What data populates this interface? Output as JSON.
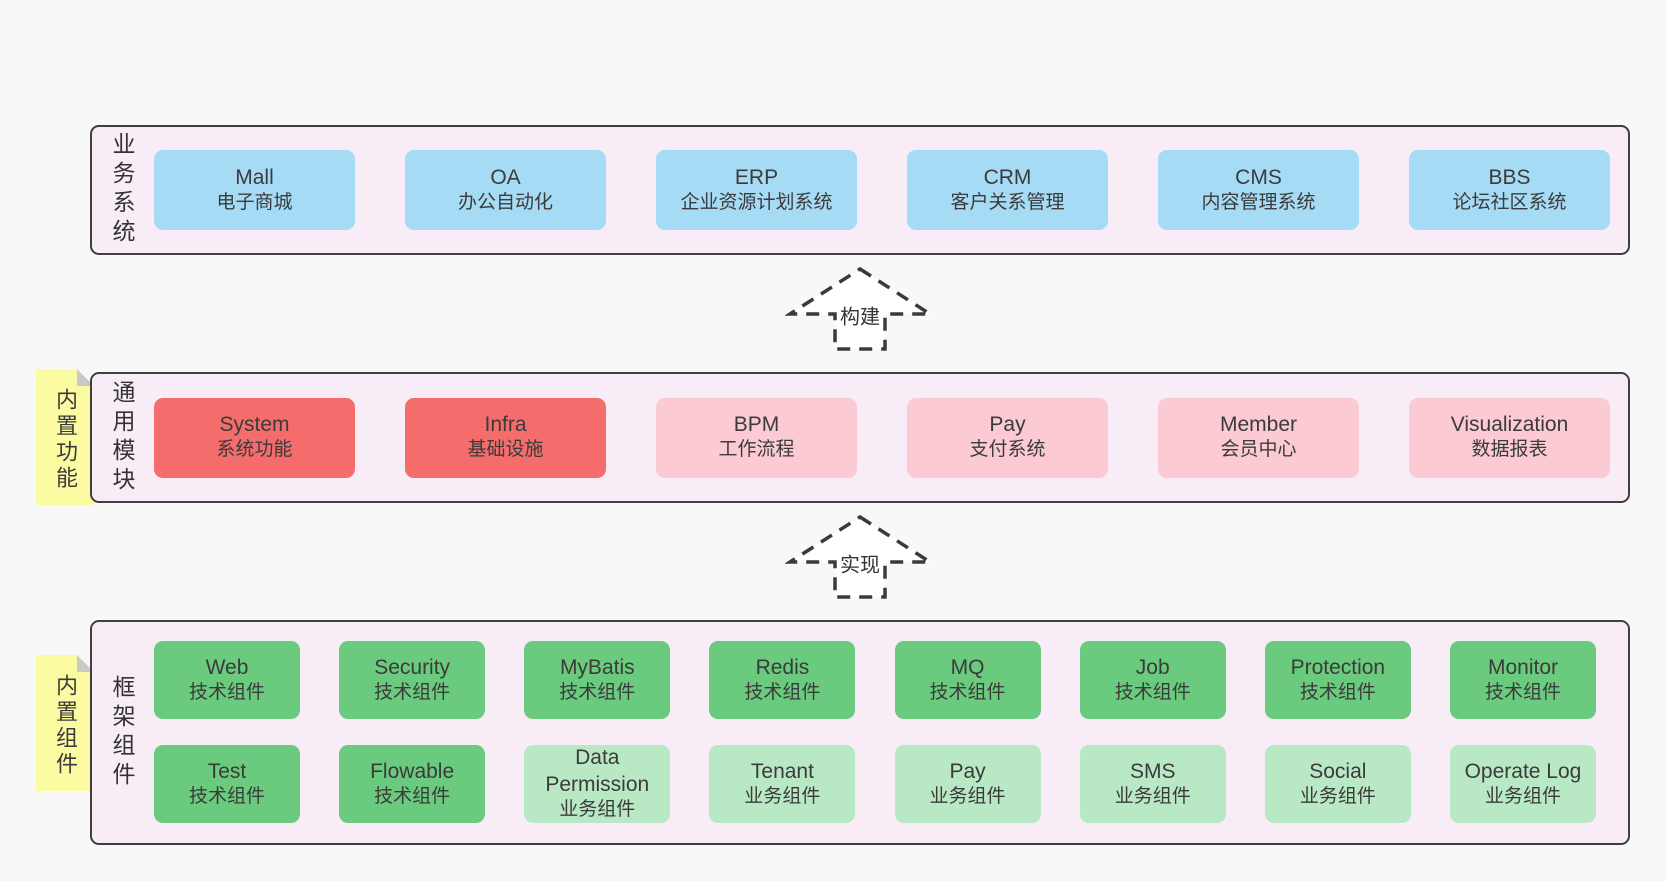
{
  "colors": {
    "page_background": "#f8f8f8",
    "band_background": "#f8edf6",
    "band_border": "#3f3f3f",
    "blue": "#a6dbf5",
    "red": "#f56c6c",
    "pink": "#fbcad3",
    "green_dark": "#6aca7d",
    "green_light": "#b9e8c4",
    "sticky_yellow": "#fbfba2",
    "sticky_fold": "#c9c9c9",
    "text": "#3b3b3b"
  },
  "diagram": {
    "bands": [
      {
        "id": "business-systems",
        "label": "业务系统",
        "sticky": null,
        "box_size": "lg",
        "rows": [
          [
            {
              "name": "Mall",
              "desc": "电子商城",
              "type": "blue"
            },
            {
              "name": "OA",
              "desc": "办公自动化",
              "type": "blue"
            },
            {
              "name": "ERP",
              "desc": "企业资源计划系统",
              "type": "blue"
            },
            {
              "name": "CRM",
              "desc": "客户关系管理",
              "type": "blue"
            },
            {
              "name": "CMS",
              "desc": "内容管理系统",
              "type": "blue"
            },
            {
              "name": "BBS",
              "desc": "论坛社区系统",
              "type": "blue"
            }
          ]
        ]
      },
      {
        "id": "common-modules",
        "label": "通用模块",
        "sticky": "内置功能",
        "box_size": "lg",
        "rows": [
          [
            {
              "name": "System",
              "desc": "系统功能",
              "type": "red"
            },
            {
              "name": "Infra",
              "desc": "基础设施",
              "type": "red"
            },
            {
              "name": "BPM",
              "desc": "工作流程",
              "type": "pink"
            },
            {
              "name": "Pay",
              "desc": "支付系统",
              "type": "pink"
            },
            {
              "name": "Member",
              "desc": "会员中心",
              "type": "pink"
            },
            {
              "name": "Visualization",
              "desc": "数据报表",
              "type": "pink"
            }
          ]
        ]
      },
      {
        "id": "framework-components",
        "label": "框架组件",
        "sticky": "内置组件",
        "box_size": "sm",
        "rows": [
          [
            {
              "name": "Web",
              "desc": "技术组件",
              "type": "green_dark"
            },
            {
              "name": "Security",
              "desc": "技术组件",
              "type": "green_dark"
            },
            {
              "name": "MyBatis",
              "desc": "技术组件",
              "type": "green_dark"
            },
            {
              "name": "Redis",
              "desc": "技术组件",
              "type": "green_dark"
            },
            {
              "name": "MQ",
              "desc": "技术组件",
              "type": "green_dark"
            },
            {
              "name": "Job",
              "desc": "技术组件",
              "type": "green_dark"
            },
            {
              "name": "Protection",
              "desc": "技术组件",
              "type": "green_dark"
            },
            {
              "name": "Monitor",
              "desc": "技术组件",
              "type": "green_dark"
            }
          ],
          [
            {
              "name": "Test",
              "desc": "技术组件",
              "type": "green_dark"
            },
            {
              "name": "Flowable",
              "desc": "技术组件",
              "type": "green_dark"
            },
            {
              "name": "Data Permission",
              "desc": "业务组件",
              "type": "green_light"
            },
            {
              "name": "Tenant",
              "desc": "业务组件",
              "type": "green_light"
            },
            {
              "name": "Pay",
              "desc": "业务组件",
              "type": "green_light"
            },
            {
              "name": "SMS",
              "desc": "业务组件",
              "type": "green_light"
            },
            {
              "name": "Social",
              "desc": "业务组件",
              "type": "green_light"
            },
            {
              "name": "Operate Log",
              "desc": "业务组件",
              "type": "green_light"
            }
          ]
        ]
      }
    ],
    "arrows": [
      {
        "label": "构建"
      },
      {
        "label": "实现"
      }
    ]
  }
}
